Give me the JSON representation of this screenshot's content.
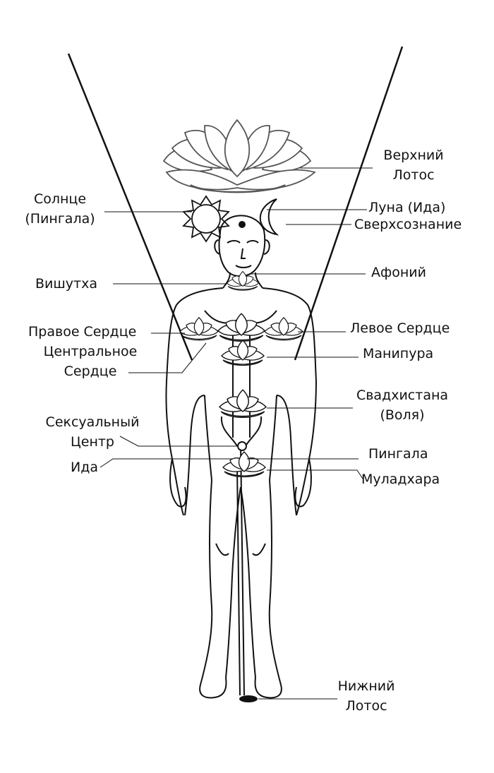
{
  "labels": {
    "upper_lotus": [
      "Верхний",
      "Лотос"
    ],
    "sun": [
      "Солнце",
      "(Пингала)"
    ],
    "moon": "Луна (Ида)",
    "superconsciousness": "Сверхсознание",
    "vishuddha": "Вишутха",
    "afoniy": "Афоний",
    "right_heart": "Правое Сердце",
    "central_heart": [
      "Центральное",
      "Сердце"
    ],
    "left_heart": "Левое Сердце",
    "manipura": "Манипура",
    "svadhisthana": [
      "Свадхистана",
      "(Воля)"
    ],
    "sexual_center": [
      "Сексуальный",
      "Центр"
    ],
    "pingala": "Пингала",
    "ida": "Ида",
    "muladhara": "Муладхара",
    "lower_lotus": [
      "Нижний",
      "Лотос"
    ]
  },
  "icons": {
    "upper_lotus": "lotus-icon",
    "sun": "sun-icon",
    "moon": "crescent-moon-icon",
    "chakra_lotus": "small-lotus-icon"
  },
  "colors": {
    "ink": "#111111",
    "lotus_gray": "#555555",
    "background": "#ffffff"
  }
}
